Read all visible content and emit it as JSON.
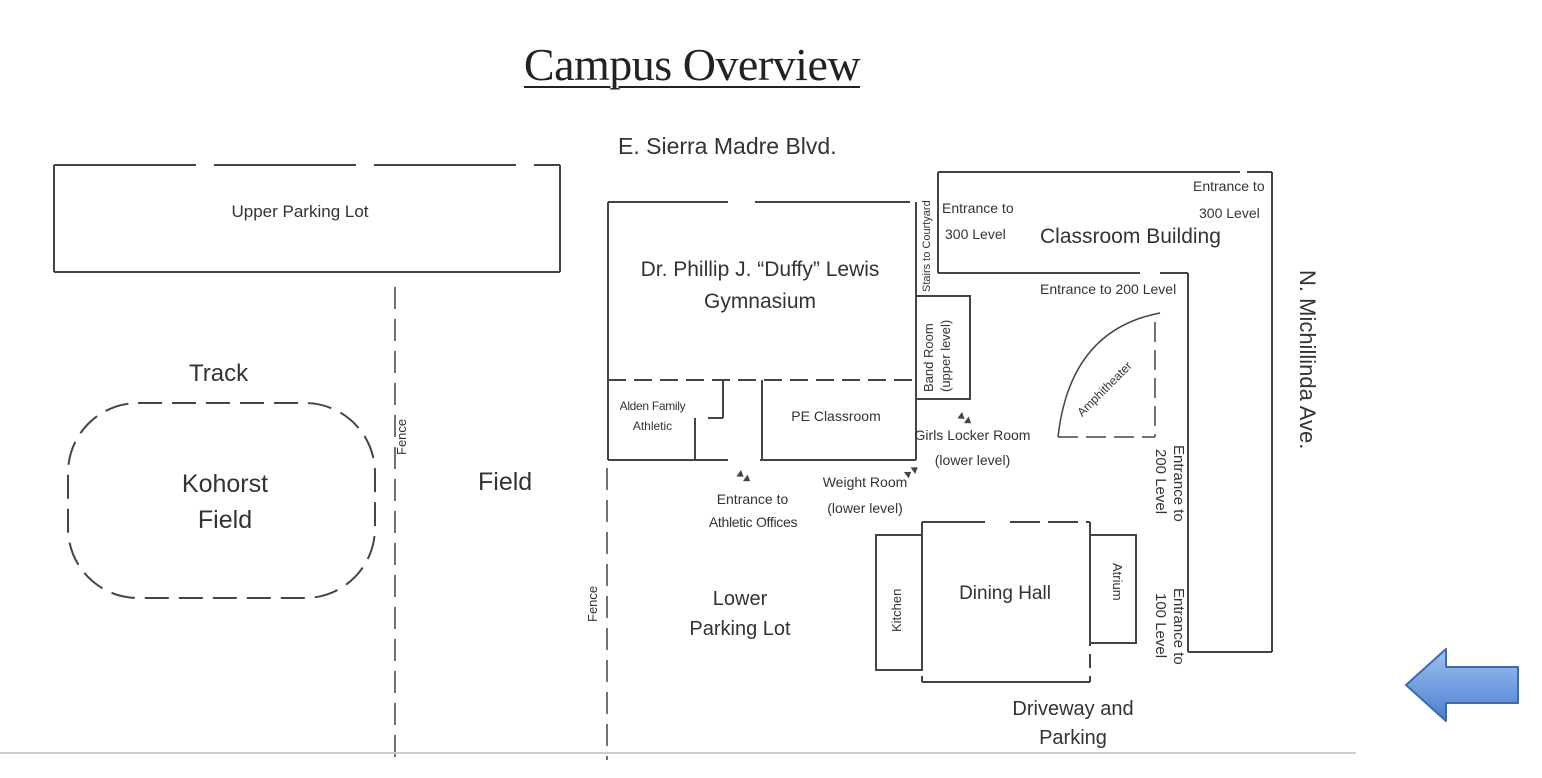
{
  "title": "Campus Overview",
  "streets": {
    "north": "E. Sierra Madre Blvd.",
    "east": "N. Michillinda Ave."
  },
  "areas": {
    "upper_parking": "Upper Parking Lot",
    "track": "Track",
    "kohorst_field_line1": "Kohorst",
    "kohorst_field_line2": "Field",
    "fence_west": "Fence",
    "field": "Field",
    "fence_south": "Fence",
    "lower_parking_line1": "Lower",
    "lower_parking_line2": "Parking Lot",
    "driveway_line1": "Driveway and",
    "driveway_line2": "Parking"
  },
  "buildings": {
    "gym_line1": "Dr. Phillip J. “Duffy” Lewis",
    "gym_line2": "Gymnasium",
    "alden_line1": "Alden Family",
    "alden_line2": "Athletic",
    "pe_classroom": "PE Classroom",
    "stairs": "Stairs to Courtyard",
    "band_room_line1": "Band Room",
    "band_room_line2": "(upper level)",
    "classroom_building": "Classroom Building",
    "amphitheater": "Amphitheater",
    "dining_hall": "Dining Hall",
    "kitchen": "Kitchen",
    "atrium": "Atrium"
  },
  "entrances": {
    "e300_left_line1": "Entrance to",
    "e300_left_line2": "300 Level",
    "e300_right_line1": "Entrance to",
    "e300_right_line2": "300 Level",
    "e200_top": "Entrance to 200 Level",
    "e200_side_line1": "Entrance to",
    "e200_side_line2": "200 Level",
    "e100_side_line1": "Entrance to",
    "e100_side_line2": "100 Level",
    "girls_locker_line1": "Girls Locker Room",
    "girls_locker_line2": "(lower level)",
    "weight_room_line1": "Weight Room",
    "weight_room_line2": "(lower level)",
    "athletic_offices_line1": "Entrance to",
    "athletic_offices_line2": "Athletic Offices"
  },
  "colors": {
    "line": "#444444",
    "arrow_fill": "#5b8fd8",
    "arrow_stroke": "#3b6bb0"
  },
  "icons": {
    "back": "left-arrow-icon",
    "entrance_marker": "double-arrow-marker-icon"
  }
}
